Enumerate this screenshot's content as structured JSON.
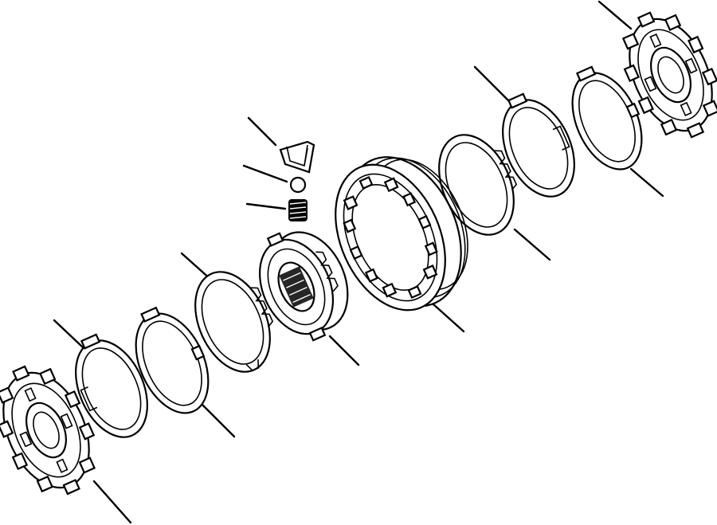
{
  "figure": {
    "kind": "exploded-parts-diagram",
    "background": "#ffffff",
    "line_color": "#000000",
    "parts": [
      {
        "id": "gear-front",
        "icon": "splined-gear-icon"
      },
      {
        "id": "cone-ring-front",
        "icon": "cone-ring-icon"
      },
      {
        "id": "synchro-ring-front",
        "icon": "synchro-ring-icon"
      },
      {
        "id": "inner-ring-front",
        "icon": "toothed-ring-icon"
      },
      {
        "id": "synchro-hub",
        "icon": "hub-icon"
      },
      {
        "id": "detent-key",
        "icon": "key-icon"
      },
      {
        "id": "detent-ball",
        "icon": "ball-icon"
      },
      {
        "id": "detent-spring",
        "icon": "spring-icon"
      },
      {
        "id": "sliding-sleeve",
        "icon": "sleeve-icon"
      },
      {
        "id": "inner-ring-rear",
        "icon": "toothed-ring-icon"
      },
      {
        "id": "cone-ring-rear",
        "icon": "cone-ring-icon"
      },
      {
        "id": "synchro-ring-rear",
        "icon": "synchro-ring-icon"
      },
      {
        "id": "gear-rear",
        "icon": "splined-gear-icon"
      }
    ]
  }
}
